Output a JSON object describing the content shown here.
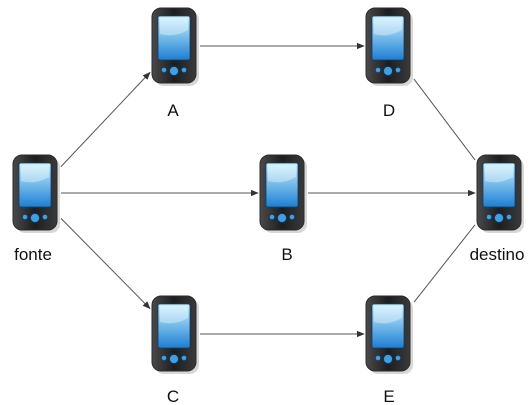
{
  "diagram": {
    "colors": {
      "edge": "#555555",
      "device_body": "#2b2b2b",
      "screen_light": "#c9f3ff",
      "screen_dark": "#1c7fd3",
      "button": "#3aa0e8"
    },
    "nodes": [
      {
        "id": "fonte",
        "label": "fonte",
        "icon": "mobile-device-icon"
      },
      {
        "id": "A",
        "label": "A",
        "icon": "mobile-device-icon"
      },
      {
        "id": "B",
        "label": "B",
        "icon": "mobile-device-icon"
      },
      {
        "id": "C",
        "label": "C",
        "icon": "mobile-device-icon"
      },
      {
        "id": "D",
        "label": "D",
        "icon": "mobile-device-icon"
      },
      {
        "id": "E",
        "label": "E",
        "icon": "mobile-device-icon"
      },
      {
        "id": "destino",
        "label": "destino",
        "icon": "mobile-device-icon"
      }
    ],
    "edges": [
      {
        "from": "fonte",
        "to": "A",
        "arrow": true
      },
      {
        "from": "fonte",
        "to": "B",
        "arrow": true
      },
      {
        "from": "fonte",
        "to": "C",
        "arrow": true
      },
      {
        "from": "A",
        "to": "D",
        "arrow": true
      },
      {
        "from": "B",
        "to": "destino",
        "arrow": true
      },
      {
        "from": "C",
        "to": "E",
        "arrow": true
      },
      {
        "from": "D",
        "to": "destino",
        "arrow": false
      },
      {
        "from": "E",
        "to": "destino",
        "arrow": false
      }
    ]
  }
}
